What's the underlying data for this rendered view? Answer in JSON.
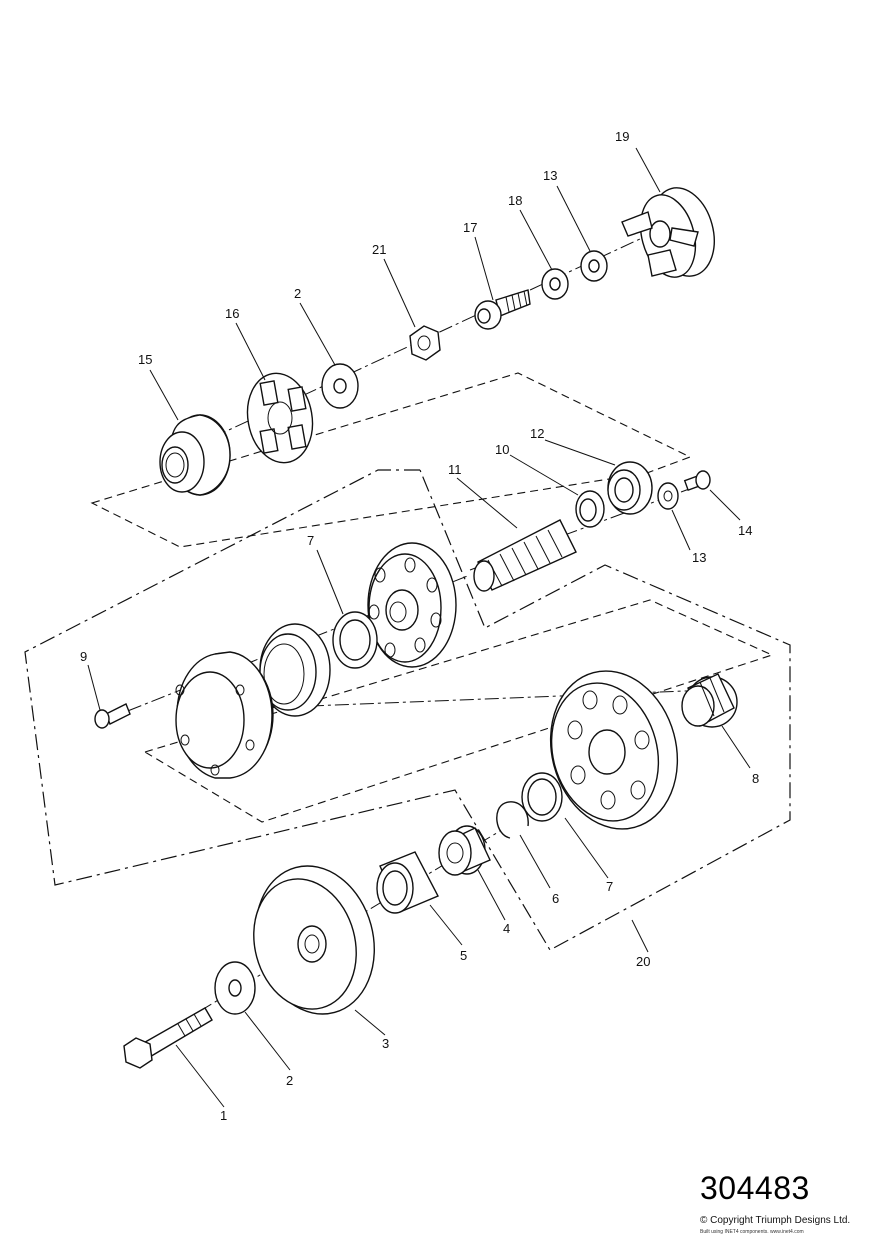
{
  "diagram": {
    "number": "304483",
    "copyright": "© Copyright Triumph Designs Ltd.",
    "built_using": "Built using INET4 components. www.inet4.com",
    "callouts": {
      "c1": "1",
      "c2a": "2",
      "c2b": "2",
      "c3": "3",
      "c4": "4",
      "c5": "5",
      "c6": "6",
      "c7a": "7",
      "c7b": "7",
      "c8": "8",
      "c9": "9",
      "c10": "10",
      "c11": "11",
      "c12": "12",
      "c13a": "13",
      "c13b": "13",
      "c14": "14",
      "c15": "15",
      "c16": "16",
      "c17": "17",
      "c18": "18",
      "c19": "19",
      "c20": "20",
      "c21": "21"
    }
  }
}
